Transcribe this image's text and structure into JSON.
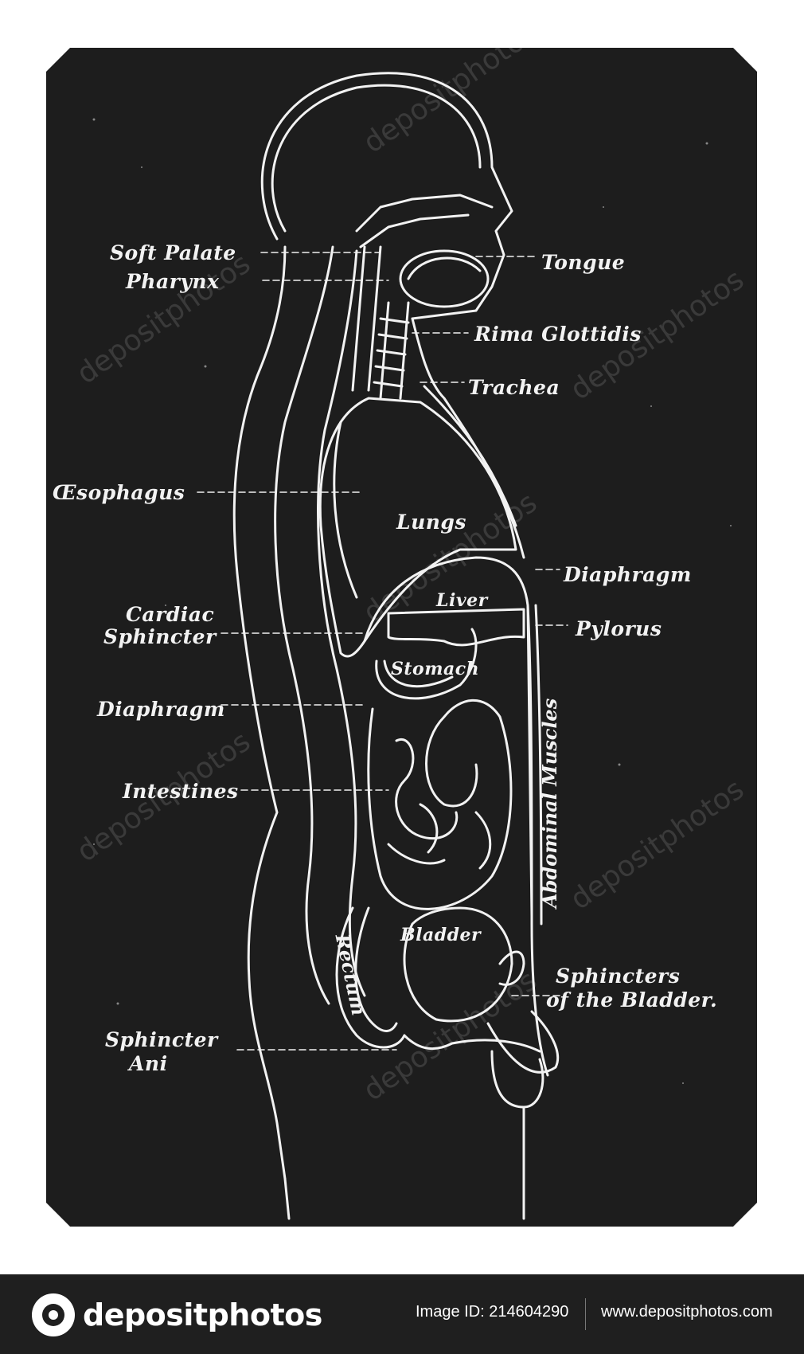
{
  "labels": {
    "soft_palate": "Soft Palate",
    "pharynx": "Pharynx",
    "tongue": "Tongue",
    "rima_glottidis": "Rima Glottidis",
    "trachea": "Trachea",
    "oesophagus": "Œsophagus",
    "lungs": "Lungs",
    "diaphragm_right": "Diaphragm",
    "liver": "Liver",
    "pylorus": "Pylorus",
    "cardiac": "Cardiac",
    "sphincter": "Sphincter",
    "stomach": "Stomach",
    "diaphragm_left": "Diaphragm",
    "abdominal_muscles": "Abdominal Muscles",
    "intestines": "Intestines",
    "bladder": "Bladder",
    "rectum": "Rectum",
    "sphincters": "Sphincters",
    "of_the_bladder": "of the Bladder.",
    "sphincter_ani_1": "Sphincter",
    "sphincter_ani_2": "Ani"
  },
  "watermark": "depositphotos",
  "footer": {
    "logo_text": "depositphotos",
    "image_id": "Image ID: 214604290",
    "site": "www.depositphotos.com"
  },
  "colors": {
    "plate": "#1d1d1d",
    "line": "#f2f2f2",
    "footer": "#1f1f1f"
  }
}
